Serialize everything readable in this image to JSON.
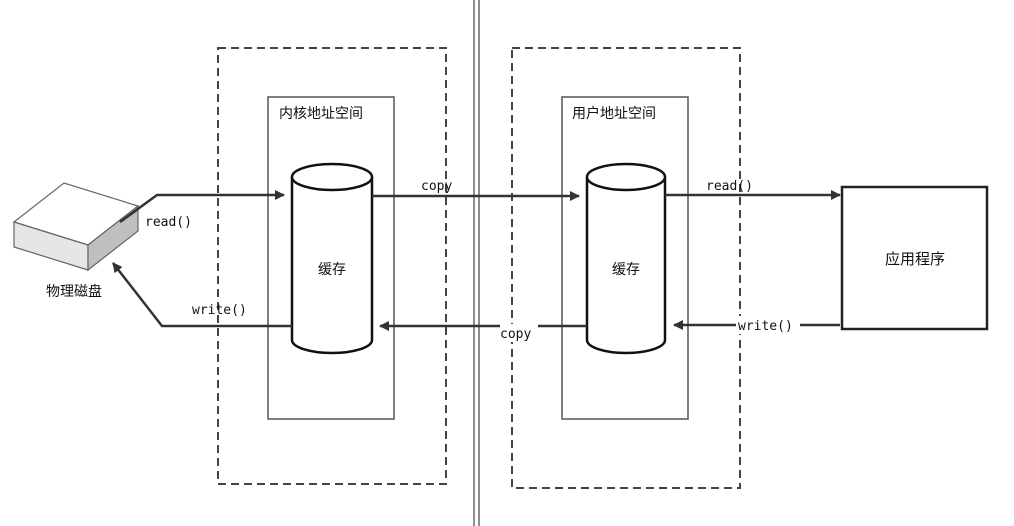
{
  "kernel_space": {
    "title": "内核地址空间",
    "cache_label": "缓存"
  },
  "user_space": {
    "title": "用户地址空间",
    "cache_label": "缓存"
  },
  "disk": {
    "label": "物理磁盘"
  },
  "app": {
    "label": "应用程序"
  },
  "arrows": {
    "disk_to_kernel": "read()",
    "kernel_to_disk": "write()",
    "kernel_to_user": "copy",
    "user_to_kernel": "copy",
    "user_to_app": "read()",
    "app_to_user": "write()"
  },
  "colors": {
    "line": "#333333",
    "frame": "#555555",
    "disk_face": "#ffffff",
    "disk_side": "#d9d9d9"
  }
}
